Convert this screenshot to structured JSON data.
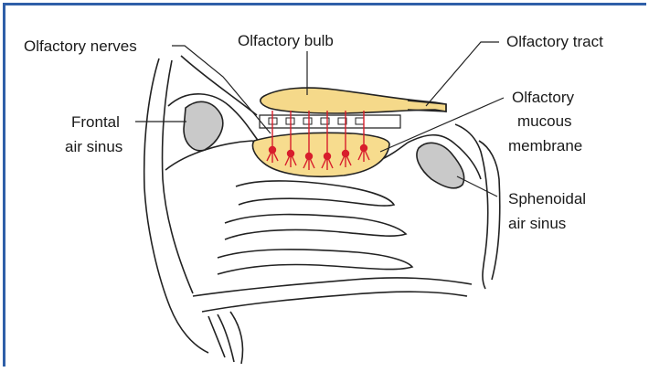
{
  "labels": {
    "olfactory_nerves": "Olfactory nerves",
    "olfactory_bulb": "Olfactory bulb",
    "olfactory_tract": "Olfactory tract",
    "frontal_sinus_line1": "Frontal",
    "frontal_sinus_line2": "air sinus",
    "mucous_line1": "Olfactory",
    "mucous_line2": "mucous",
    "mucous_line3": "membrane",
    "sphenoidal_line1": "Sphenoidal",
    "sphenoidal_line2": "air sinus"
  },
  "colors": {
    "frame_border": "#2f5fa8",
    "bulb_fill": "#f5d98a",
    "mucous_fill": "#f7dc8e",
    "sinus_fill": "#c9c9c9",
    "nerve_red": "#d81e2c",
    "outline": "#222222"
  }
}
